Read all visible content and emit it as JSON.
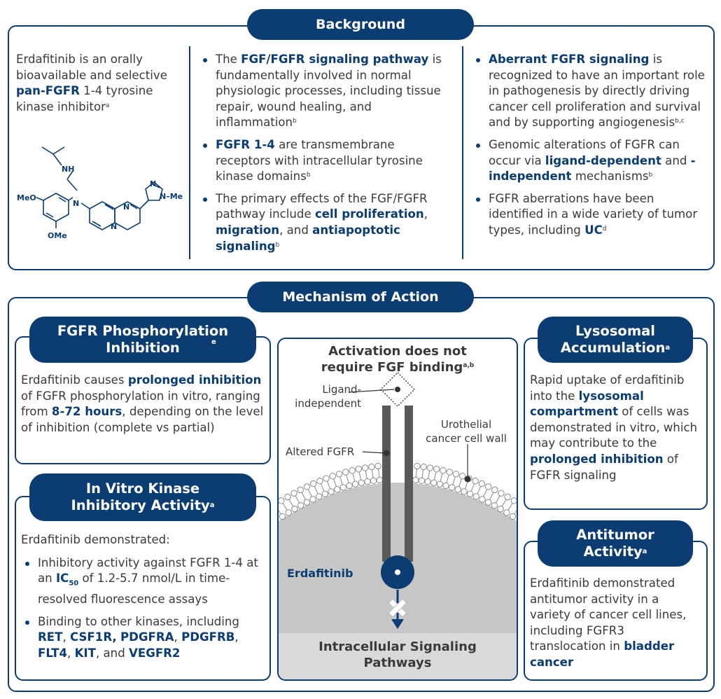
{
  "background": {
    "title": "Background",
    "intro_pre": "Erdafitinib is an orally bioavailable and selective ",
    "intro_bold": "pan-FGFR",
    "intro_post": " 1-4 tyrosine kinase inhibitor",
    "intro_sup": "a",
    "structure_labels": {
      "nh": "NH",
      "n_amine": "N",
      "meo": "MeO",
      "ome": "OMe",
      "n_me": "N–Me",
      "n": "N"
    },
    "col2": [
      {
        "pre": "The ",
        "bold": "FGF/FGFR signaling pathway",
        "post": " is fundamentally involved in normal physiologic processes, including tissue repair, wound healing, and inflammation",
        "sup": "b"
      },
      {
        "pre": "",
        "bold": "FGFR 1-4",
        "post": " are transmembrane receptors with intracellular tyrosine kinase domains",
        "sup": "b"
      },
      {
        "pre": "The primary effects of the FGF/FGFR pathway include ",
        "bold1": "cell proliferation",
        "mid1": ", ",
        "bold2": "migration",
        "mid2": ", and ",
        "bold3": "antiapoptotic signaling",
        "sup": "b"
      }
    ],
    "col3": [
      {
        "bold": "Aberrant FGFR signaling",
        "post": " is recognized to have an important role in pathogenesis by directly driving cancer cell proliferation and survival and by supporting angiogenesis",
        "sup": "b,c"
      },
      {
        "pre": "Genomic alterations of FGFR can occur via ",
        "bold1": "ligand-dependent",
        "mid": " and ",
        "bold2": "-independent",
        "post": " mechanisms",
        "sup": "b"
      },
      {
        "pre": "FGFR aberrations have been identified in a wide variety of tumor types, including ",
        "bold": "UC",
        "sup": "d"
      }
    ]
  },
  "moa": {
    "title": "Mechanism of Action",
    "phospho": {
      "title": "FGFR Phosphorylation Inhibition",
      "title_sup": "e",
      "pre": "Erdafitinib causes ",
      "bold1": "prolonged inhibition",
      "mid": " of FGFR phosphorylation in vitro, ranging from ",
      "bold2": "8-72 hours",
      "post": ", depending on the level of inhibition (complete vs partial)"
    },
    "kinase": {
      "title_line1": "In Vitro Kinase",
      "title_line2": "Inhibitory Activity",
      "title_sup": "a",
      "intro": "Erdafitinib demonstrated:",
      "item1_pre": "Inhibitory activity against FGFR 1-4 at an ",
      "item1_bold": "IC",
      "item1_sub": "50",
      "item1_post": " of 1.2-5.7 nmol/L in time-resolved fluorescence assays",
      "item2_pre": "Binding to other kinases, including ",
      "kinases": [
        "RET",
        "CSF1R,",
        "PDGFRA",
        "PDGFRB",
        "FLT4",
        "KIT",
        "VEGFR2"
      ],
      "item2_and": "and"
    },
    "diagram": {
      "title_line1": "Activation does not",
      "title_line2": "require FGF binding",
      "title_sup": "a,b",
      "ligand_label_1": "Ligand-",
      "ligand_label_2": "independent",
      "altered_label": "Altered FGFR",
      "wall_label_1": "Urothelial",
      "wall_label_2": "cancer cell wall",
      "drug_label": "Erdafitinib",
      "bottom_line1": "Intracellular Signaling",
      "bottom_line2": "Pathways"
    },
    "lysosomal": {
      "title_line1": "Lysosomal",
      "title_line2": "Accumulation",
      "title_sup": "a",
      "pre": "Rapid uptake of erdafitinib into the ",
      "bold1": "lysosomal compartment",
      "mid": " of cells was demonstrated in vitro, which may contribute to the ",
      "bold2": "prolonged inhibition",
      "post": " of FGFR signaling"
    },
    "antitumor": {
      "title_line1": "Antitumor",
      "title_line2": "Activity",
      "title_sup": "a",
      "pre": "Erdafitinib demonstrated antitumor activity in a variety of cancer cell lines, including FGFR3 translocation in ",
      "bold": "bladder cancer"
    }
  },
  "colors": {
    "navy": "#0b3c72",
    "text": "#3a3a3a",
    "receptor": "#555555",
    "cell": "#c6c6c6",
    "bottom": "#d9d9d9"
  }
}
